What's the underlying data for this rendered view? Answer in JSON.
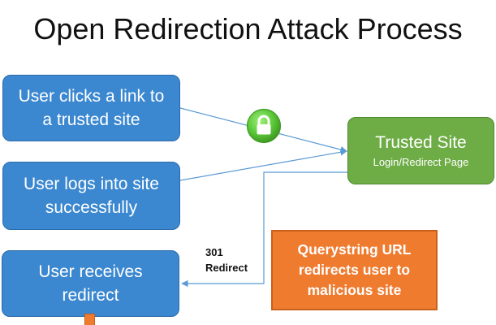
{
  "title": "Open Redirection Attack Process",
  "boxes": {
    "clicks_link": "User clicks a link to a trusted site",
    "logs_in": "User logs into site successfully",
    "receives_redirect": "User receives redirect",
    "trusted_site": {
      "title": "Trusted Site",
      "subtitle": "Login/Redirect Page"
    },
    "querystring": "Querystring URL redirects user to malicious site"
  },
  "redirect_label": {
    "line1": "301",
    "line2": "Redirect"
  },
  "icons": {
    "lock": "lock-icon"
  },
  "colors": {
    "user_box": "#3b88d0",
    "trusted_box": "#6eac46",
    "attack_box": "#ef7b2f",
    "connector": "#5b9bd5",
    "lock_badge": "#5cc83a"
  }
}
